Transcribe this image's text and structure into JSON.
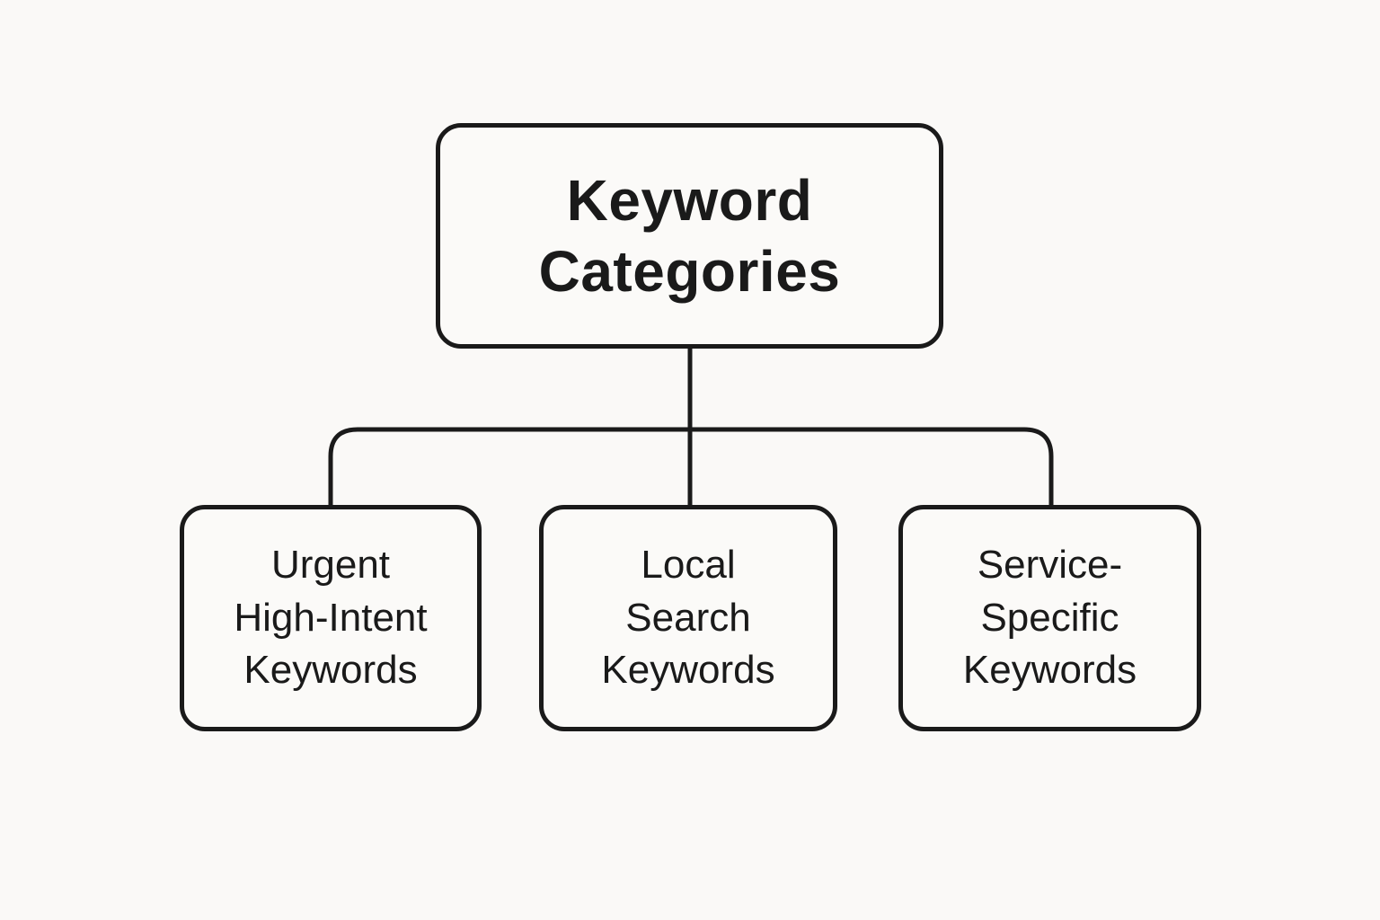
{
  "diagram": {
    "title": "Keyword Categories",
    "colors": {
      "background": "#faf9f7",
      "node_background": "#fbfaf8",
      "line": "#1a1a1a"
    },
    "root": {
      "label": "Keyword\nCategories"
    },
    "children": [
      {
        "label": "Urgent\nHigh-Intent\nKeywords"
      },
      {
        "label": "Local\nSearch\nKeywords"
      },
      {
        "label": "Service-\nSpecific\nKeywords"
      }
    ]
  }
}
